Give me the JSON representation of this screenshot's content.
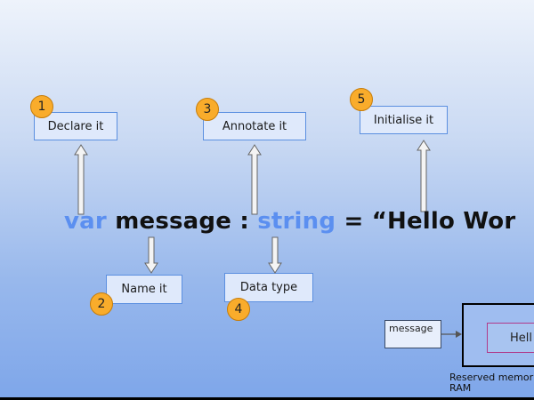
{
  "steps": [
    {
      "number": "1",
      "label": "Declare it"
    },
    {
      "number": "2",
      "label": "Name it"
    },
    {
      "number": "3",
      "label": "Annotate it"
    },
    {
      "number": "4",
      "label": "Data type"
    },
    {
      "number": "5",
      "label": "Initialise it"
    }
  ],
  "code": {
    "keyword": "var",
    "name": "message",
    "colon": ":",
    "type": "string",
    "equals": "=",
    "value": "“Hello Wor"
  },
  "memory": {
    "variable_label": "message",
    "stored_value": "Hell",
    "caption": "Reserved memor RAM"
  },
  "colors": {
    "keyword": "#5b8ff0",
    "badge": "#f9ac2b",
    "box_border": "#5b8fe0"
  }
}
